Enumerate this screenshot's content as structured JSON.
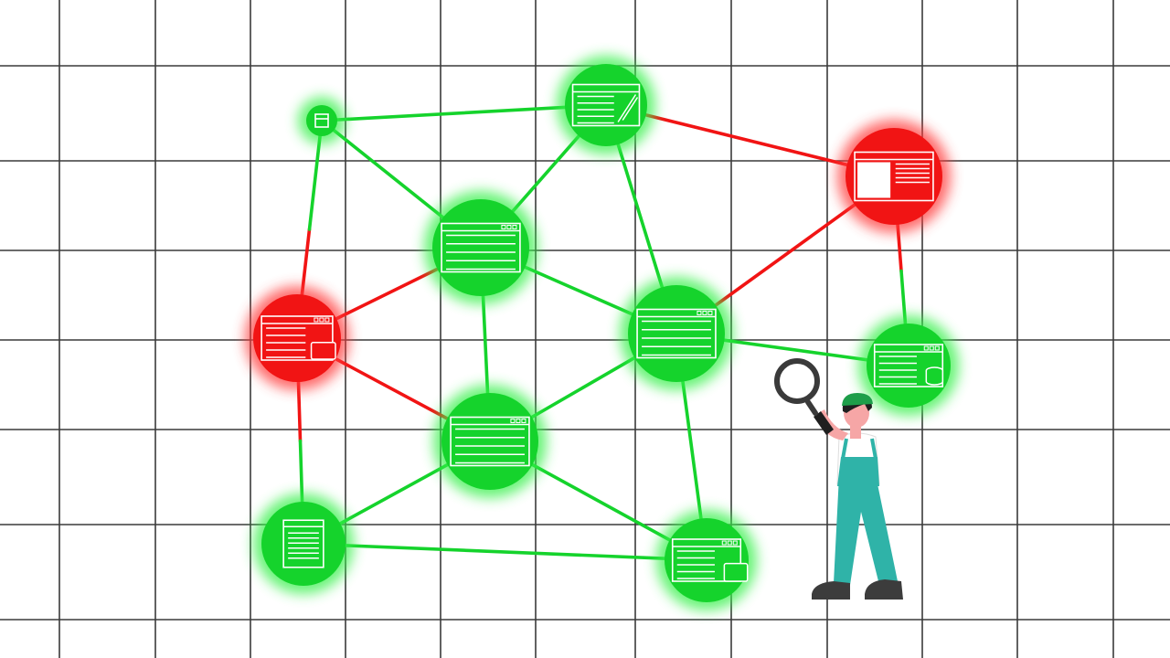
{
  "palette": {
    "background": "#ffffff",
    "grid": "#3a3a3a",
    "healthy": "#15d32c",
    "healthy_glow": "#35f04a",
    "broken": "#f11414",
    "broken_glow": "#ff3a3a",
    "icon_stroke": "#ffffff",
    "worker_skin": "#f6a6a6",
    "worker_overalls": "#2fb3a8",
    "worker_cap": "#1e9e4a",
    "worker_hair": "#1f1f1f",
    "worker_boots": "#3c3c3c",
    "magnifier": "#3a3a3a"
  },
  "network": {
    "nodes": [
      {
        "id": "n1",
        "status": "healthy",
        "icon": "small-page-icon"
      },
      {
        "id": "n2",
        "status": "healthy",
        "icon": "page-edit-icon"
      },
      {
        "id": "n3",
        "status": "broken",
        "icon": "page-layout-icon"
      },
      {
        "id": "n4",
        "status": "healthy",
        "icon": "browser-window-icon"
      },
      {
        "id": "n5",
        "status": "broken",
        "icon": "page-link-icon"
      },
      {
        "id": "n6",
        "status": "healthy",
        "icon": "browser-window-icon"
      },
      {
        "id": "n7",
        "status": "healthy",
        "icon": "page-database-icon"
      },
      {
        "id": "n8",
        "status": "healthy",
        "icon": "browser-window-icon"
      },
      {
        "id": "n9",
        "status": "healthy",
        "icon": "document-icon"
      },
      {
        "id": "n10",
        "status": "healthy",
        "icon": "page-image-icon"
      }
    ],
    "links": [
      {
        "from": "n1",
        "to": "n2",
        "status": "healthy"
      },
      {
        "from": "n1",
        "to": "n4",
        "status": "healthy"
      },
      {
        "from": "n1",
        "to": "n5",
        "status": "mixed"
      },
      {
        "from": "n2",
        "to": "n4",
        "status": "healthy"
      },
      {
        "from": "n2",
        "to": "n3",
        "status": "broken"
      },
      {
        "from": "n2",
        "to": "n6",
        "status": "healthy"
      },
      {
        "from": "n4",
        "to": "n5",
        "status": "broken"
      },
      {
        "from": "n4",
        "to": "n6",
        "status": "healthy"
      },
      {
        "from": "n4",
        "to": "n8",
        "status": "healthy"
      },
      {
        "from": "n3",
        "to": "n6",
        "status": "broken"
      },
      {
        "from": "n3",
        "to": "n7",
        "status": "mixed"
      },
      {
        "from": "n5",
        "to": "n8",
        "status": "broken"
      },
      {
        "from": "n5",
        "to": "n9",
        "status": "mixed"
      },
      {
        "from": "n6",
        "to": "n8",
        "status": "healthy"
      },
      {
        "from": "n6",
        "to": "n7",
        "status": "healthy"
      },
      {
        "from": "n6",
        "to": "n10",
        "status": "healthy"
      },
      {
        "from": "n8",
        "to": "n9",
        "status": "healthy"
      },
      {
        "from": "n8",
        "to": "n10",
        "status": "healthy"
      },
      {
        "from": "n9",
        "to": "n10",
        "status": "healthy"
      }
    ]
  },
  "worker": {
    "tool": "magnifying-glass-icon"
  }
}
